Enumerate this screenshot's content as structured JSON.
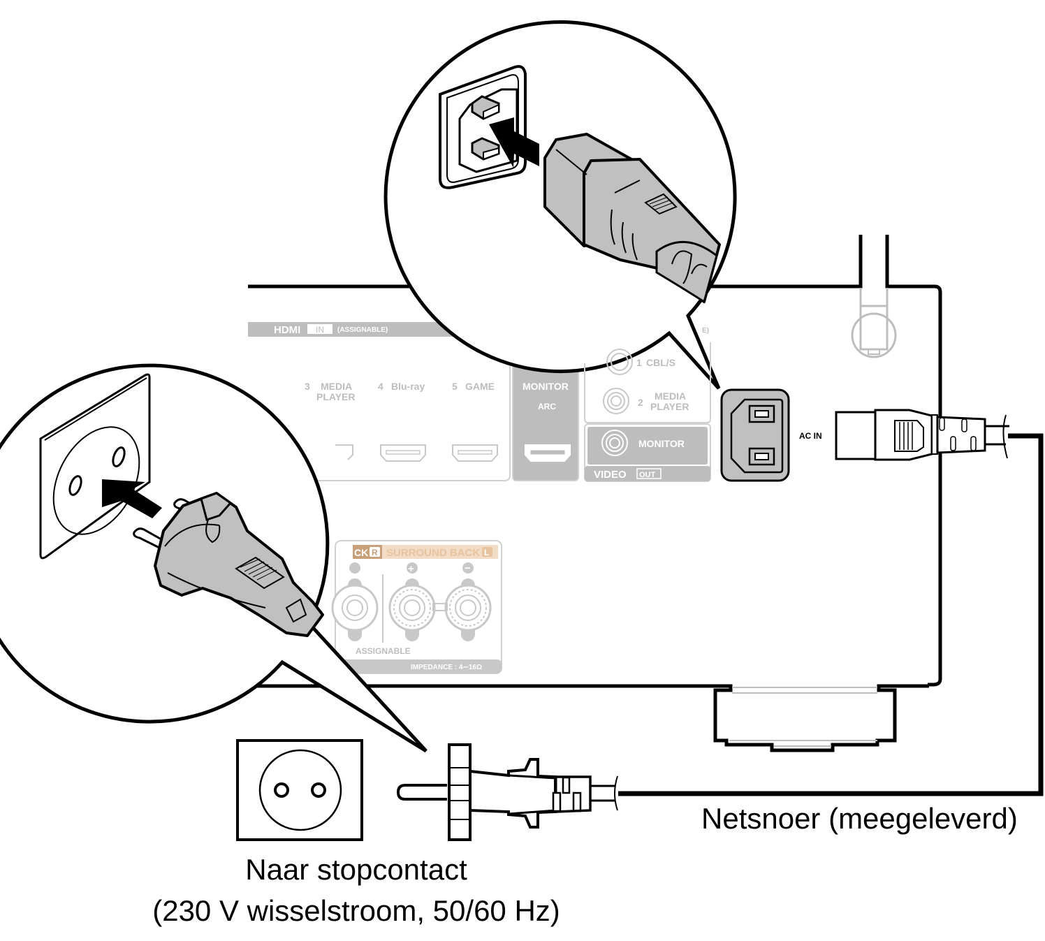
{
  "colors": {
    "outline": "#000000",
    "panel_gray": "#bdbdbd",
    "plug_gray": "#c0c0c0",
    "speaker_accent": "#c8a07a",
    "speaker_band": "#f3dcc6"
  },
  "receiver_panel": {
    "hdmi_section": {
      "title": "HDMI",
      "badge": "IN",
      "note": "(ASSIGNABLE)",
      "inputs": [
        {
          "number": "3",
          "line1": "MEDIA",
          "line2": "PLAYER"
        },
        {
          "number": "4",
          "line1": "Blu-ray",
          "line2": ""
        },
        {
          "number": "5",
          "line1": "GAME",
          "line2": ""
        }
      ],
      "monitor_out": {
        "label": "MONITOR",
        "sub": "ARC"
      }
    },
    "video_section": {
      "inputs": [
        {
          "number": "1",
          "label": "CBL/S"
        },
        {
          "number": "2",
          "line1": "MEDIA",
          "line2": "PLAYER"
        }
      ],
      "monitor_label": "MONITOR",
      "footer_title": "VIDEO",
      "footer_badge": "OUT"
    },
    "speaker_section": {
      "left_fragment": "CK",
      "left_channel": "R",
      "title": "SURROUND BACK",
      "right_channel": "L",
      "plus_symbol": "+",
      "minus_symbol": "−",
      "assignable": "ASSIGNABLE",
      "impedance": "IMPEDANCE : 4∼16Ω"
    },
    "ac_in_label": "AC IN"
  },
  "captions": {
    "power_cord": "Netsnoer (meegeleverd)",
    "outlet_line1": "Naar stopcontact",
    "outlet_line2": "(230 V wisselstroom, 50/60 Hz)"
  }
}
